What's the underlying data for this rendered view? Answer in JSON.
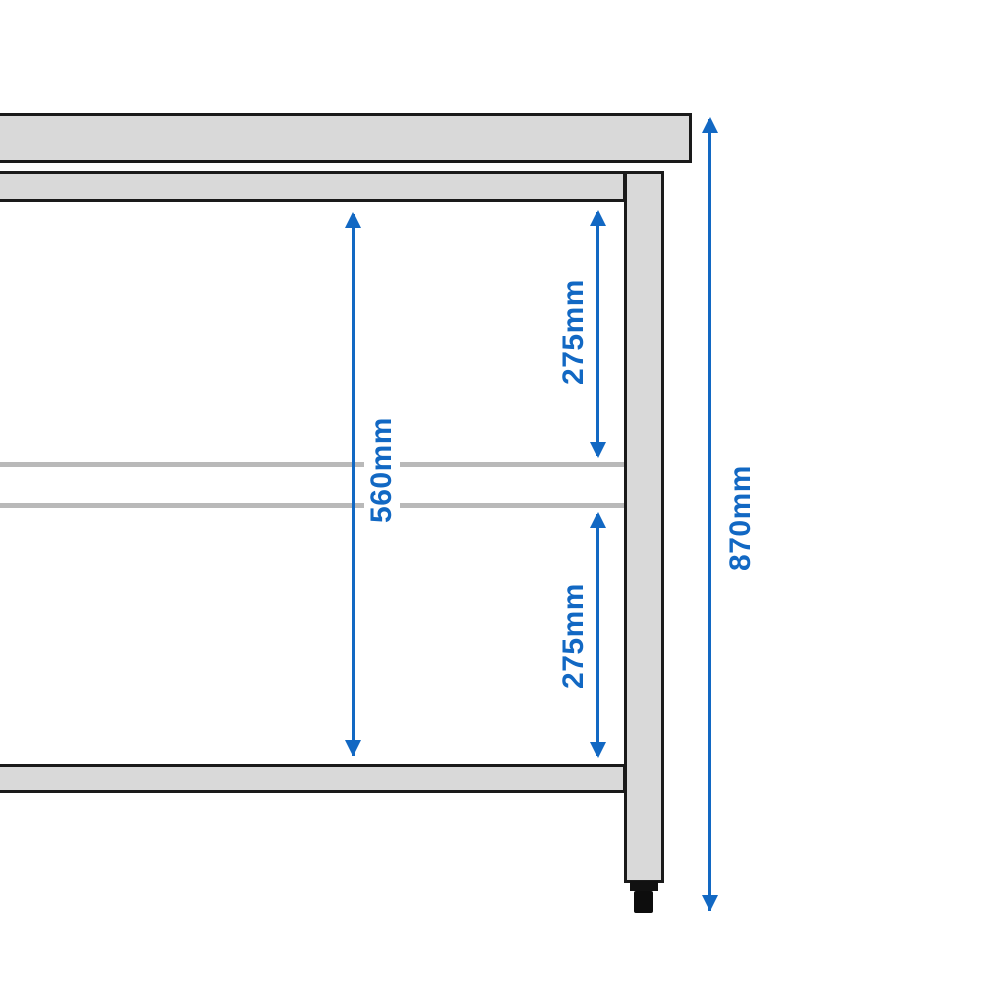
{
  "diagram": {
    "unit": "mm",
    "colors": {
      "dimension_blue": "#1268c3",
      "steel_fill": "#d9d9d9",
      "outline_black": "#1a1a1a",
      "shelf_line_gray": "#b9b9b9",
      "foot_black": "#111111",
      "background": "#ffffff"
    },
    "dimensions": {
      "inner_clearance": {
        "label": "560mm",
        "value": 560
      },
      "upper_section": {
        "label": "275mm",
        "value": 275
      },
      "lower_section": {
        "label": "275mm",
        "value": 275
      },
      "overall_height": {
        "label": "870mm",
        "value": 870
      }
    }
  }
}
